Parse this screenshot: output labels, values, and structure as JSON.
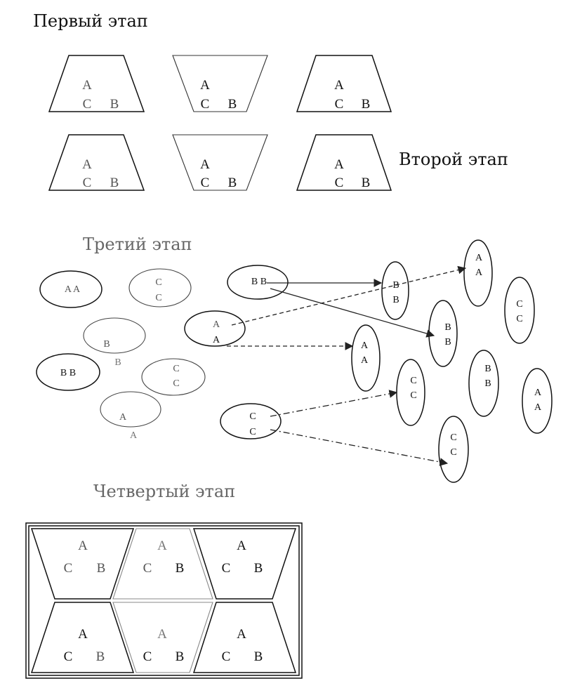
{
  "stages": {
    "first": "Первый этап",
    "second": "Второй этап",
    "third": "Третий этап",
    "fourth": "Четвертый этап"
  },
  "letters": {
    "a": "A",
    "b": "B",
    "c": "C"
  },
  "pairs": {
    "aa": "A A",
    "bb": "B B",
    "cc": "C C"
  },
  "stray": {
    "b_small": "B",
    "a_small": "A"
  }
}
